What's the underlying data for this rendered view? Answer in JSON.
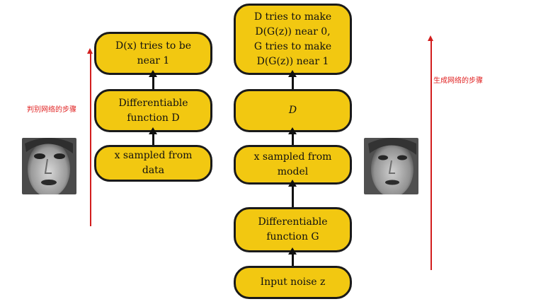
{
  "discriminator": {
    "input_box": "x sampled from\ndata",
    "function_box": "Differentiable\nfunction D",
    "output_box": "D(x) tries to be\nnear 1",
    "note": "判别网络的步骤"
  },
  "generator": {
    "noise_box": "Input noise z",
    "function_box": "Differentiable\nfunction G",
    "sample_box": "x sampled from\nmodel",
    "d_box": "D",
    "output_box": "D tries to make\nD(G(z)) near 0,\nG tries to make\nD(G(z)) near 1",
    "note": "生成网络的步骤"
  },
  "colors": {
    "box": "#f2c811",
    "note": "#e02020",
    "arrow_red": "#d21e1e"
  }
}
